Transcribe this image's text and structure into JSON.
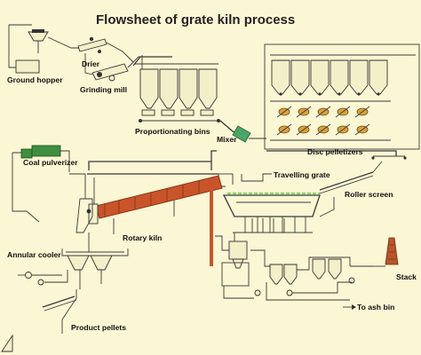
{
  "title": "Flowsheet of grate kiln process",
  "labels": {
    "ground_hopper": "Ground hopper",
    "drier": "Drier",
    "grinding_mill": "Grinding mill",
    "proportionating_bins": "Proportionating bins",
    "mixer": "Mixer",
    "disc_pelletizers": "Disc pelletizers",
    "coal_pulverizer": "Coal pulverizer",
    "travelling_grate": "Travelling grate",
    "roller_screen": "Roller screen",
    "rotary_kiln": "Rotary kiln",
    "annular_cooler": "Annular cooler",
    "stack": "Stack",
    "to_ash_bin": "To ash bin",
    "product_pellets": "Product pellets"
  },
  "colors": {
    "background": "#fbf6d4",
    "kiln": "#c9542a",
    "grate_line": "#8ed16a",
    "pulverizer": "#3e8f3e",
    "mixer": "#4aa56a",
    "stack": "#b8552a",
    "equipment_fill": "#f3efc8"
  }
}
